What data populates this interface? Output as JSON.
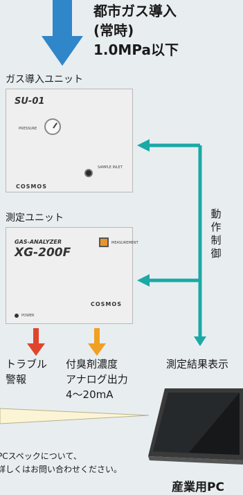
{
  "header": {
    "gas_inlet_lines": [
      "都市ガス導入",
      "(常時)",
      "1.0MPa以下"
    ]
  },
  "gas_unit": {
    "label": "ガス導入ユニット",
    "model": "SU-01",
    "pressure_label": "PRESSURE",
    "inlet_label": "SAMPLE INLET",
    "brand": "COSMOS"
  },
  "measure_unit": {
    "label": "測定ユニット",
    "subtitle": "GAS-ANALYZER",
    "model": "XG-200F",
    "indicator_label": "MEASUREMENT",
    "power_label": "POWER",
    "brand": "COSMOS"
  },
  "control_label": "動作制御",
  "outputs": {
    "trouble": "トラブル\n警報",
    "analog": "付臭剤濃度\nアナログ出力\n4〜20mA",
    "display": "測定結果表示"
  },
  "pc": {
    "note": "PCスペックについて、\n詳しくはお問い合わせください。",
    "label": "産業用PC"
  },
  "colors": {
    "inlet_arrow": "#2f86c9",
    "control_arrow": "#1aa9a6",
    "trouble_arrow": "#e0452b",
    "analog_arrow": "#f0a022",
    "device_panel": "#efefef"
  }
}
